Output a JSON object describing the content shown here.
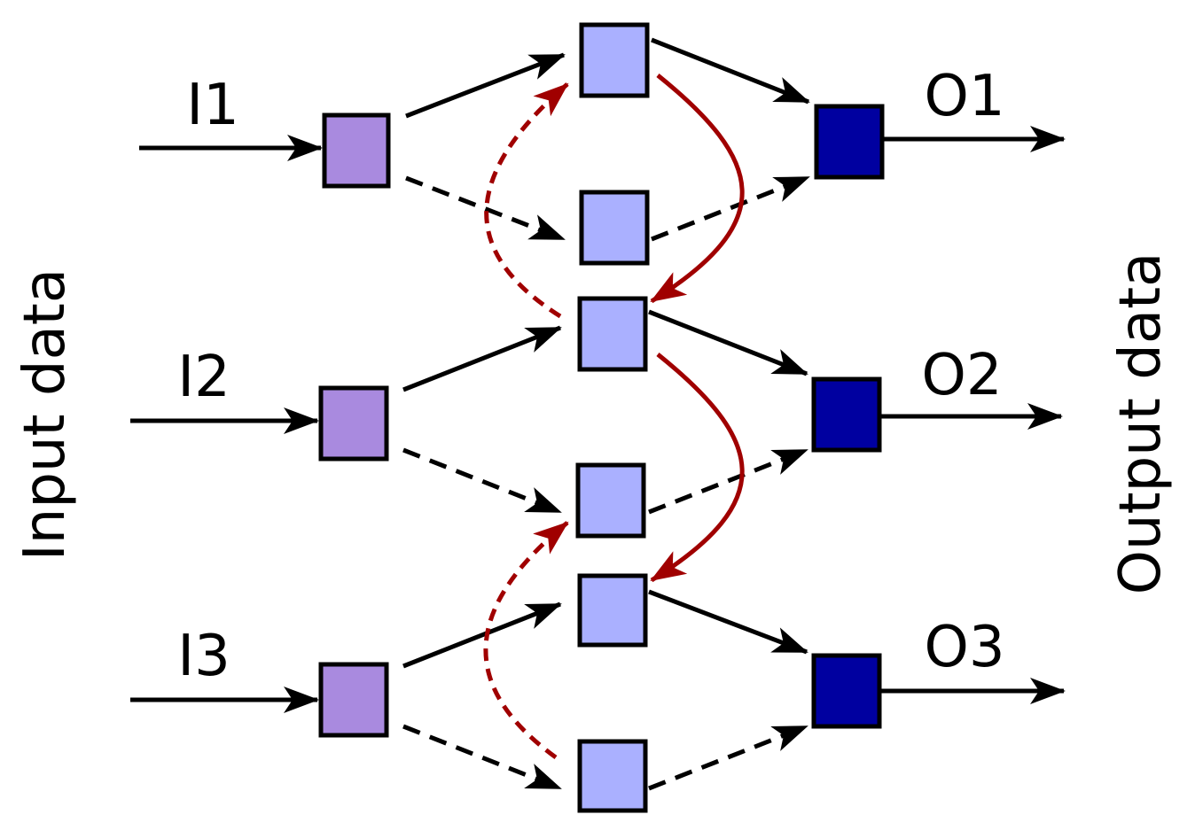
{
  "labels": {
    "input_side": "Input data",
    "output_side": "Output data",
    "inputs": [
      "I1",
      "I2",
      "I3"
    ],
    "outputs": [
      "O1",
      "O2",
      "O3"
    ]
  },
  "colors": {
    "input_node": "#a98adf",
    "hidden_node": "#aab0ff",
    "output_node": "#0000a0",
    "edge": "#000000",
    "recurrent_edge": "#a00000"
  }
}
